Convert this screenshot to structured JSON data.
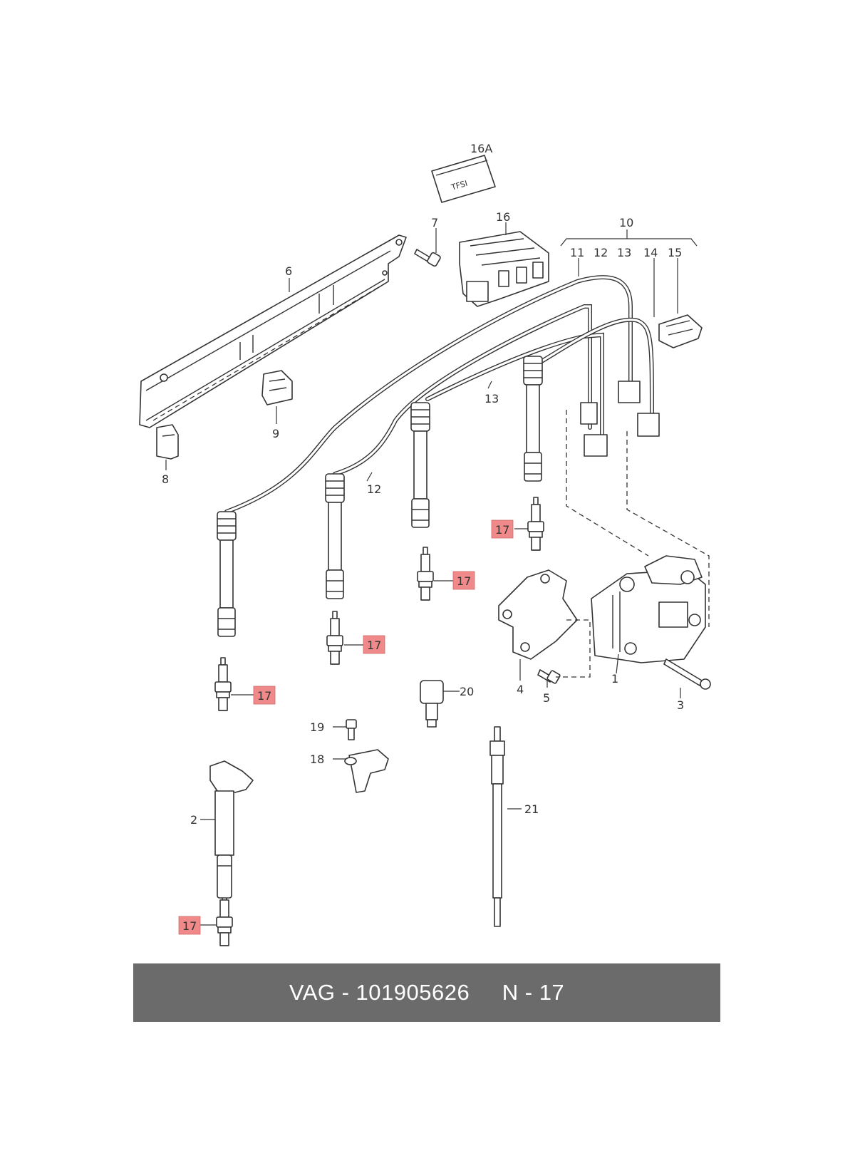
{
  "callouts": {
    "c1": "1",
    "c2": "2",
    "c3": "3",
    "c4": "4",
    "c5": "5",
    "c6": "6",
    "c7": "7",
    "c8": "8",
    "c9": "9",
    "c10": "10",
    "c11": "11",
    "c12a": "12",
    "c12b": "12",
    "c13a": "13",
    "c13b": "13",
    "c14": "14",
    "c15": "15",
    "c16": "16",
    "c16a": "16A",
    "c18": "18",
    "c19": "19",
    "c20": "20",
    "c21": "21"
  },
  "highlighted_callout": "17",
  "footer": {
    "text": "VAG - 101905626     N - 17"
  },
  "colors": {
    "highlight": "#f08a8a",
    "footer_bg": "#6b6b6b",
    "line": "#333333"
  }
}
